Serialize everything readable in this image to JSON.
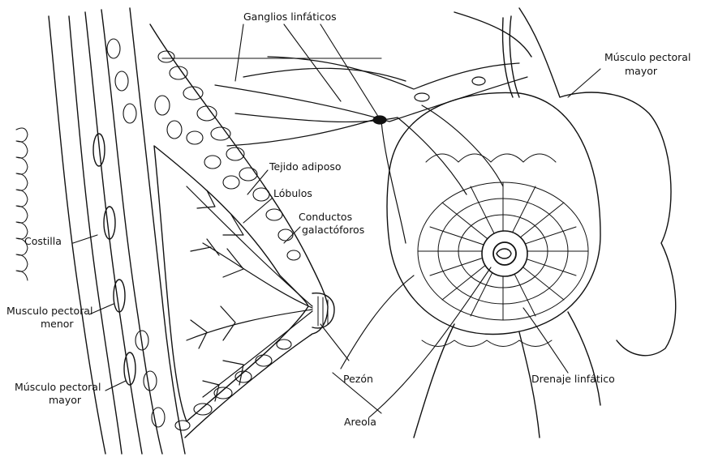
{
  "labels": {
    "ganglios": "Ganglios linfáticos",
    "pectoral_mayor_right_1": "Músculo pectoral",
    "pectoral_mayor_right_2": "mayor",
    "tejido": "Tejido adiposo",
    "lobulos": "Lóbulos",
    "conductos_1": "Conductos",
    "conductos_2": "galactóforos",
    "costilla": "Costilla",
    "pectoral_menor_1": "Musculo pectoral",
    "pectoral_menor_2": "menor",
    "pectoral_mayor_left_1": "Músculo pectoral",
    "pectoral_mayor_left_2": "mayor",
    "pezon": "Pezón",
    "areola": "Areola",
    "drenaje": "Drenaje linfático"
  },
  "colors": {
    "ink": "#111111",
    "background": "#ffffff"
  }
}
